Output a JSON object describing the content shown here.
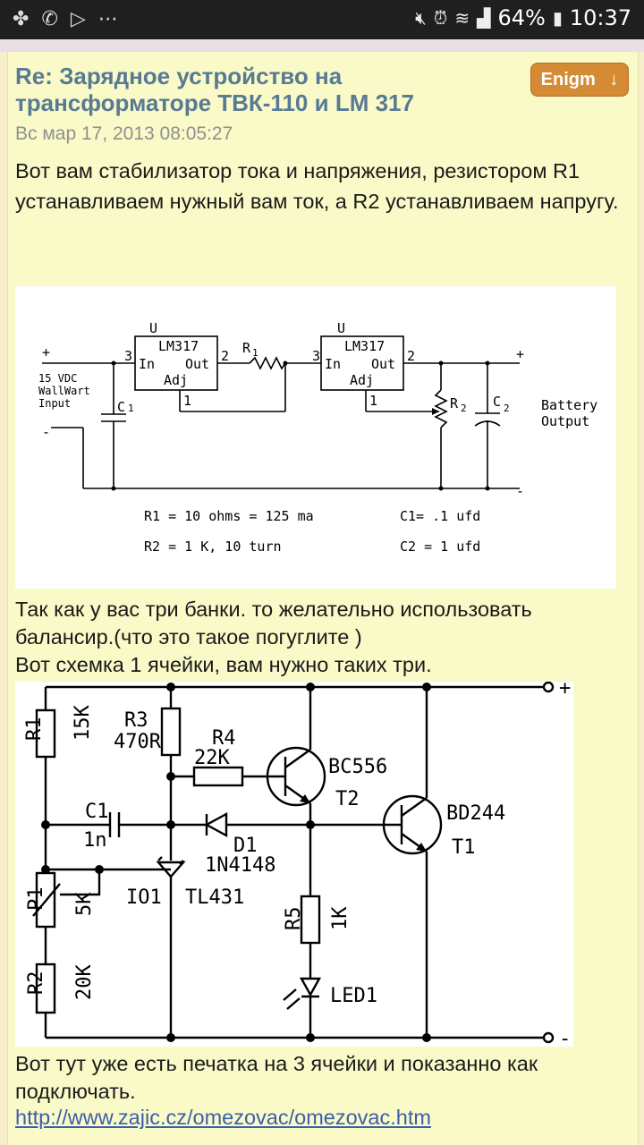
{
  "status_bar": {
    "left_icons": [
      "pinwheel-icon",
      "viber-icon",
      "play-icon",
      "dots-icon"
    ],
    "battery": "64%",
    "time": "10:37"
  },
  "post": {
    "title": "Re: Зарядное устройство на трансформаторе ТВК-110 и LM 317",
    "author": "Enigm",
    "author_arrow": "↓",
    "date": "Вс мар 17, 2013 08:05:27",
    "paragraph1": "Вот вам стабилизатор тока и напряжения, резистором R1 устанавливаем нужный вам ток, а R2 устанавливаем напругу.",
    "paragraph2_line1": "Так как у вас три банки. то желательно использовать балансир.(что это такое погуглите )",
    "paragraph2_line2": "Вот схемка 1 ячейки, вам нужно таких три.",
    "paragraph3": "Вот тут уже есть печатка на 3 ячейки и показанно как подключать.",
    "link": "http://www.zajic.cz/omezovac/omezovac.htm"
  },
  "schematic1": {
    "u1": "U",
    "u2": "U",
    "chip": "LM317",
    "pin_in": "In",
    "pin_out": "Out",
    "pin_adj": "Adj",
    "pin3": "3",
    "pin2": "2",
    "pin1": "1",
    "plus": "+",
    "minus": "-",
    "input_label": [
      "15 VDC",
      "WallWart",
      "Input"
    ],
    "c1": "C",
    "c1_sub": "1",
    "r1": "R",
    "r1_sub": "1",
    "r2": "R",
    "r2_sub": "2",
    "c2": "C",
    "c2_sub": "2",
    "output_label": [
      "Battery",
      "Output"
    ],
    "spec_r1": "R1 =  10 ohms = 125 ma",
    "spec_c1": "C1= .1 ufd",
    "spec_r2": "R2 = 1  K, 10 turn",
    "spec_c2": "C2 = 1 ufd"
  },
  "schematic2": {
    "r1": "R1",
    "r1_val": "15K",
    "r3": "R3",
    "r3_val": "470R",
    "r4": "R4",
    "r4_val": "22K",
    "t2_type": "BC556",
    "t2": "T2",
    "t1_type": "BD244",
    "t1": "T1",
    "c1": "C1",
    "c1_val": "1n",
    "d1": "D1",
    "d1_type": "1N4148",
    "io1": "IO1",
    "io1_type": "TL431",
    "p1": "P1",
    "p1_val": "5K",
    "r5": "R5",
    "r5_val": "1K",
    "r2": "R2",
    "r2_val": "20K",
    "led": "LED1",
    "plus": "+",
    "minus": "-"
  }
}
